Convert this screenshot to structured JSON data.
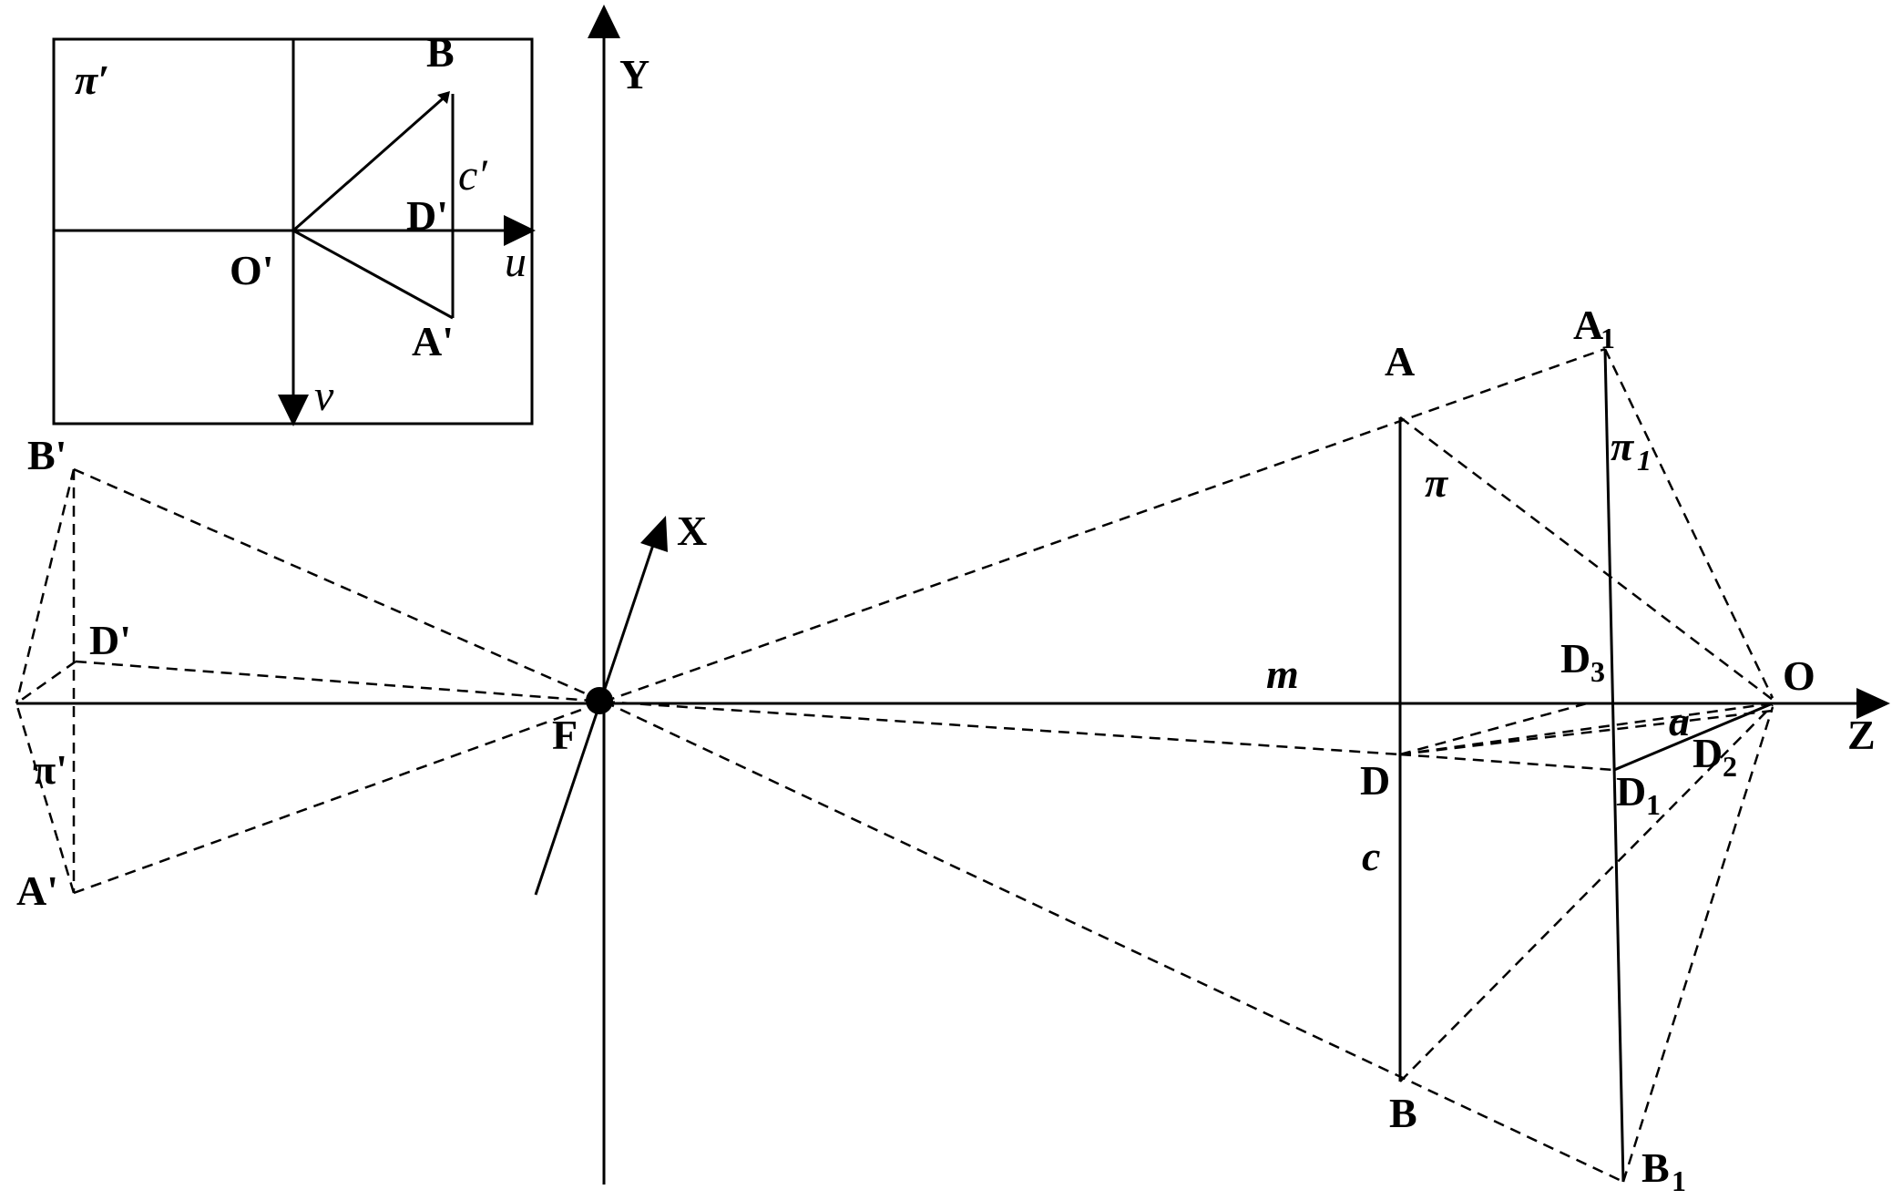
{
  "diagram": {
    "inset": {
      "plane_label": "π′",
      "point_b": "B",
      "segment_c": "c′",
      "point_d": "D'",
      "origin": "O'",
      "axis_u": "u",
      "point_a": "A'",
      "axis_v": "v"
    },
    "axes": {
      "y": "Y",
      "x": "X",
      "z": "Z"
    },
    "left_image": {
      "point_b": "B'",
      "point_d": "D'",
      "plane": "π'",
      "point_a": "A'"
    },
    "focal_point": "F",
    "object": {
      "point_a": "A",
      "plane": "π",
      "line_m": "m",
      "point_d": "D",
      "segment_c": "c",
      "point_b": "B"
    },
    "tilted": {
      "point_a1": "A",
      "point_a1_sub": "1",
      "plane": "π",
      "plane_sub": "1",
      "point_d3": "D",
      "point_d3_sub": "3",
      "point_d1": "D",
      "point_d1_sub": "1",
      "point_d2": "D",
      "point_d2_sub": "2",
      "point_b1": "B",
      "point_b1_sub": "1",
      "angle_a": "a",
      "origin": "O"
    }
  }
}
